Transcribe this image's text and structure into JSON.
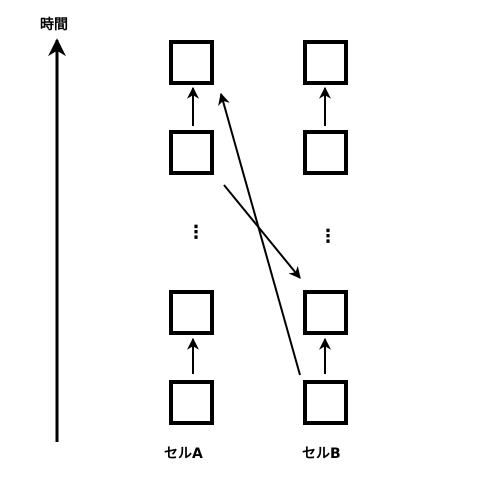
{
  "time_axis_label": "時間",
  "columns": [
    {
      "label": "セルA"
    },
    {
      "label": "セルB"
    }
  ],
  "ellipsis_glyph": "⋮",
  "colors": {
    "stroke": "#000000",
    "background": "#ffffff"
  }
}
